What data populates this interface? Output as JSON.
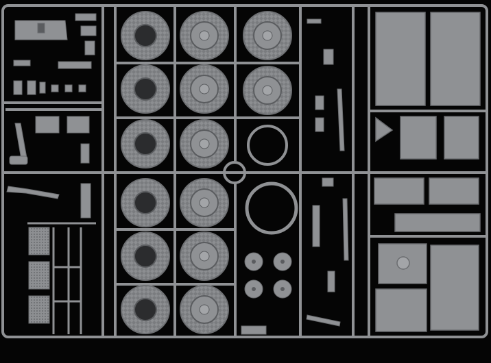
{
  "image": {
    "subject": "plastic-model-kit-sprue",
    "colors": {
      "background": "#050505",
      "plastic": "#8f9194",
      "plastic_light": "#a3a5a8",
      "plastic_dark": "#6b6d70",
      "tread": "#7d7f82",
      "shadow": "#3a3b3d"
    },
    "wheel_grid": {
      "columns": 2,
      "upper_rows": 3,
      "lower_rows": 3,
      "tire_count": 12,
      "extra_tires_right": 2,
      "extra_rings": 2,
      "small_discs": 4
    }
  }
}
